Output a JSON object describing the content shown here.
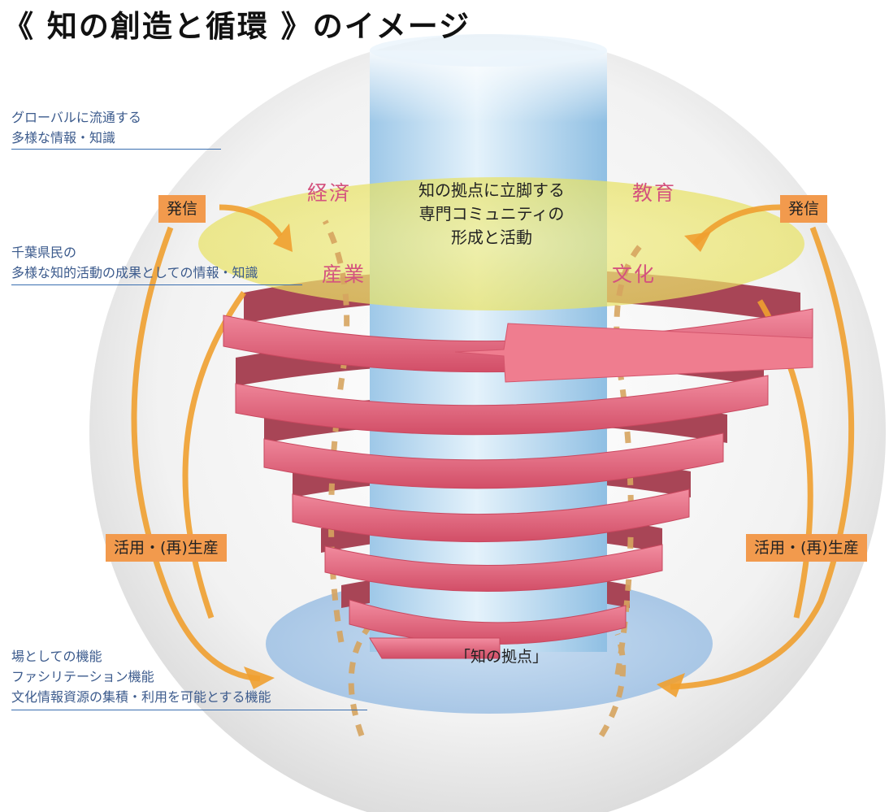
{
  "title": "《 知の創造と循環 》のイメージ",
  "notes": {
    "global_info": [
      "グローバルに流通する",
      "多様な情報・知識"
    ],
    "citizen_info": [
      "千葉県民の",
      "多様な知的活動の成果としての情報・知識"
    ],
    "functions": [
      "場としての機能",
      "ファシリテーション機能",
      "文化情報資源の集積・利用を可能とする機能"
    ]
  },
  "tags": {
    "send_left": "発信",
    "send_right": "発信",
    "reuse_left": "活用・(再)生産",
    "reuse_right": "活用・(再)生産"
  },
  "sectors": {
    "economy": "経済",
    "education": "教育",
    "industry": "産業",
    "culture": "文化"
  },
  "center_text": [
    "知の拠点に立脚する",
    "専門コミュニティの",
    "形成と活動"
  ],
  "hub_label": "「知の拠点」",
  "colors": {
    "ribbon": "#dc5c73",
    "ribbon_dark": "#a84556",
    "pillar": "#bcdcf2",
    "disk": "#ede86a",
    "arrow": "#f0a030",
    "tag_bg": "#f29a4d",
    "sector_text": "#d4537e",
    "note_text": "#3b5a8c"
  }
}
